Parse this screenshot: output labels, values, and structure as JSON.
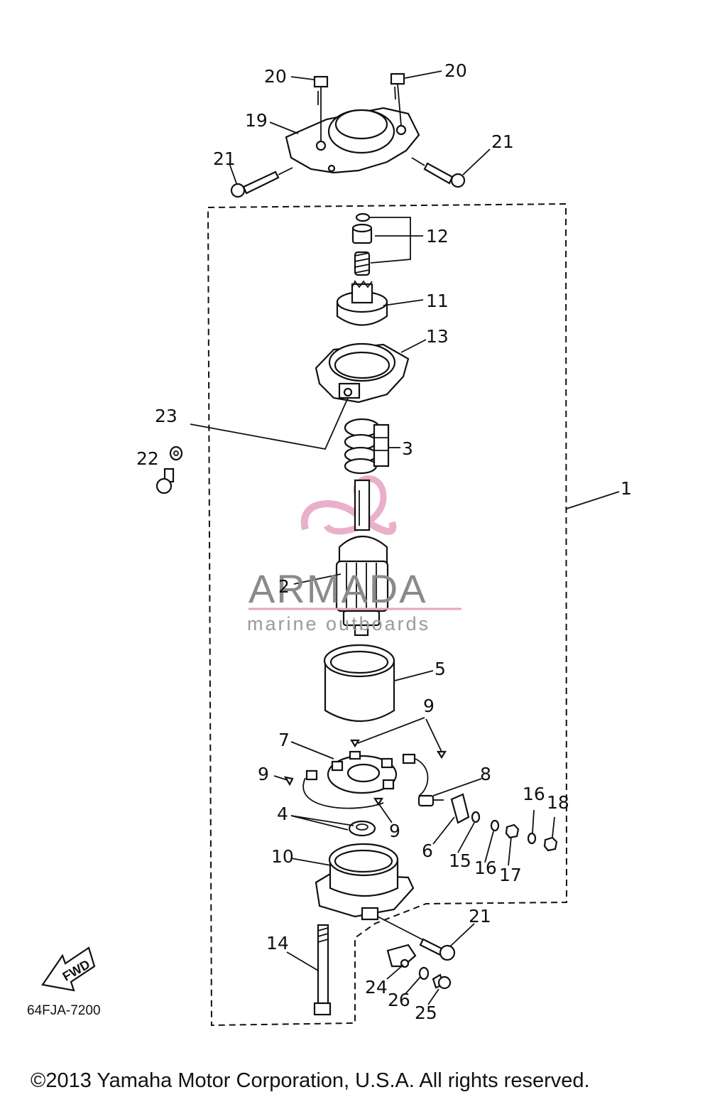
{
  "watermark": {
    "brand": "ARMADA",
    "tagline": "marine outboards",
    "colors": {
      "logo": "#e7a3c0",
      "text": "#8a8a8a"
    }
  },
  "drawing_code": "64FJA-7200",
  "fwd_label": "FWD",
  "copyright": "©2013 Yamaha Motor Corporation, U.S.A. All rights reserved.",
  "callouts": {
    "c20a": "20",
    "c20b": "20",
    "c19": "19",
    "c21a": "21",
    "c21b": "21",
    "c12": "12",
    "c11": "11",
    "c13": "13",
    "c23": "23",
    "c22": "22",
    "c3": "3",
    "c1": "1",
    "c2": "2",
    "c5": "5",
    "c9a": "9",
    "c7": "7",
    "c9b": "9",
    "c8": "8",
    "c4": "4",
    "c9c": "9",
    "c16a": "16",
    "c18": "18",
    "c6": "6",
    "c15": "15",
    "c16b": "16",
    "c17": "17",
    "c10": "10",
    "c21c": "21",
    "c14": "14",
    "c24": "24",
    "c26": "26",
    "c25": "25"
  }
}
